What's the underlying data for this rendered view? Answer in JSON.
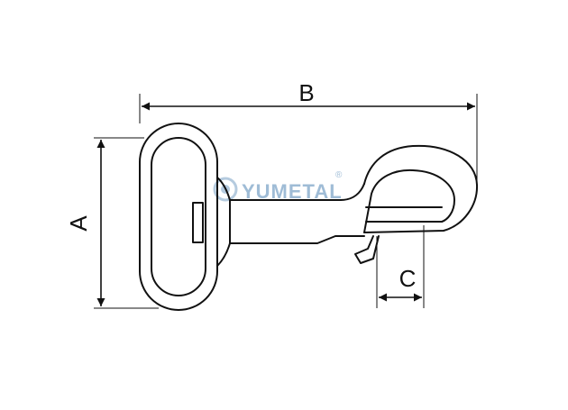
{
  "diagram": {
    "dimension_labels": {
      "a": "A",
      "b": "B",
      "c": "C"
    },
    "watermark": {
      "brand": "YUMETAL",
      "registered": "®"
    },
    "colors": {
      "line": "#111111",
      "watermark": "#a9c3da",
      "watermark_text": "#8fb1cf",
      "background": "#ffffff"
    }
  }
}
